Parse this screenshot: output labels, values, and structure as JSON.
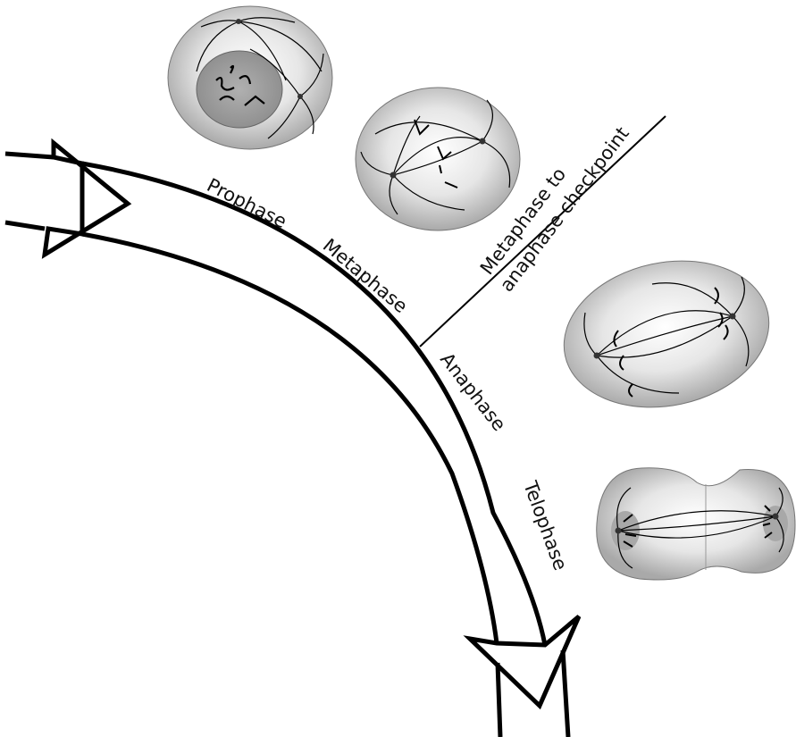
{
  "diagram": {
    "phases": [
      {
        "id": "prophase",
        "label": "Prophase"
      },
      {
        "id": "metaphase",
        "label": "Metaphase"
      },
      {
        "id": "anaphase",
        "label": "Anaphase"
      },
      {
        "id": "telophase",
        "label": "Telophase"
      }
    ],
    "checkpoint": {
      "line1": "Metaphase to",
      "line2": "anaphase checkpoint"
    },
    "colors": {
      "stroke": "#000000",
      "cell_fill_light": "#f2f2f2",
      "cell_fill_dark": "#b5b5b5",
      "nucleus_fill": "#9a9a9a"
    }
  }
}
